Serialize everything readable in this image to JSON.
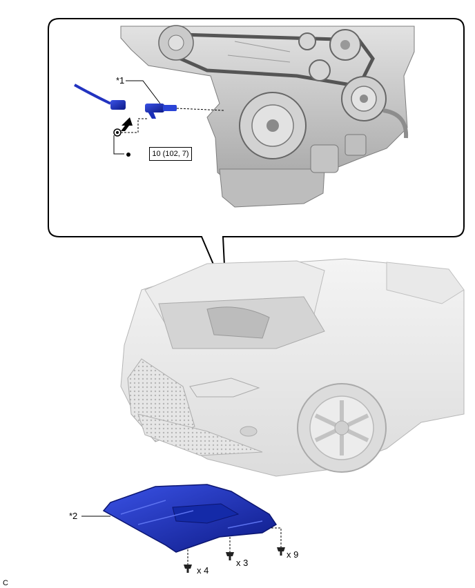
{
  "labels": {
    "part1": "*1",
    "part2": "*2",
    "torque": "10 (102, 7)",
    "bolt_count_a": "x 4",
    "bolt_count_b": "x 3",
    "bolt_count_c": "x 9",
    "figure_letter": "C"
  },
  "icons": {
    "new_part_marker": "filled-circle-icon",
    "sensor": "crankshaft-sensor-icon",
    "arrow": "installation-arrow-icon"
  },
  "colors": {
    "part_blue": "#1f35c9",
    "part_blue_dark": "#0e1c8a",
    "engine_gray": "#c8c8c8",
    "line": "#000000"
  }
}
